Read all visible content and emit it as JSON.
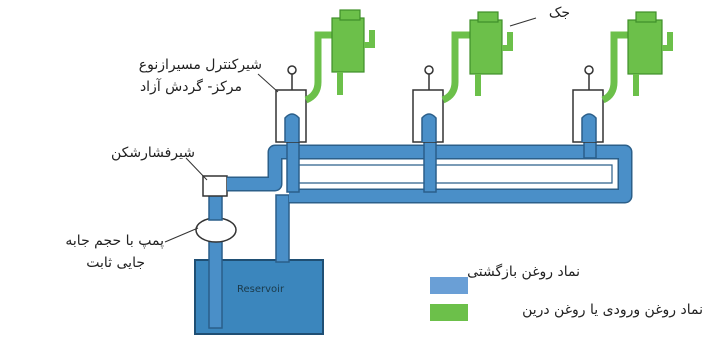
{
  "labels": {
    "jack": "جک",
    "control_valve_line1": "شیرکنترل مسیرازنوع",
    "control_valve_line2": "مرکز- گردش آزاد",
    "pressure_relief_valve": "شیرفشارشکن",
    "pump_line1": "پمپ با حجم جابه",
    "pump_line2": "جایی ثابت",
    "reservoir": "Reservoir"
  },
  "legend": {
    "return_oil": {
      "label": "نماد روغن بازگشتی",
      "color": "#6a9fd6"
    },
    "supply_oil": {
      "label": "نماد روغن ورودی یا روغن درین",
      "color": "#6cc04a"
    }
  },
  "colors": {
    "pipe": "#4a8fc8",
    "pipe_outline": "#2b5f8a",
    "jack": "#6cc04a",
    "jack_dark": "#3f8f2a",
    "valve_body": "#ffffff",
    "tank": "#3b86bd"
  }
}
